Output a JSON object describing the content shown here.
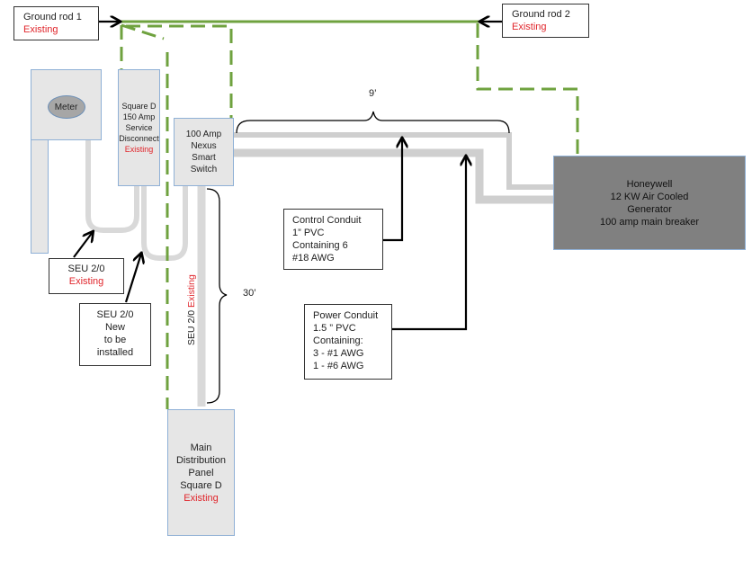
{
  "ground_rod_1": {
    "title": "Ground rod 1",
    "status": "Existing"
  },
  "ground_rod_2": {
    "title": "Ground rod 2",
    "status": "Existing"
  },
  "meter": {
    "label": "Meter"
  },
  "disconnect": {
    "lines": [
      "Square D",
      "150 Amp",
      "Service",
      "Disconnect"
    ],
    "status": "Existing"
  },
  "switch": {
    "lines": [
      "100 Amp",
      "Nexus",
      "Smart",
      "Switch"
    ]
  },
  "generator": {
    "lines": [
      "Honeywell",
      "12 KW Air Cooled",
      "Generator",
      "100 amp main breaker"
    ]
  },
  "main_panel": {
    "lines": [
      "Main",
      "Distribution",
      "Panel",
      "Square D"
    ],
    "status": "Existing"
  },
  "seu_existing": {
    "title": "SEU 2/0",
    "status": "Existing"
  },
  "seu_new": {
    "lines": [
      "SEU 2/0",
      "New",
      "to be",
      "installed"
    ]
  },
  "seu_vertical": {
    "title": "SEU 2/0",
    "status": "Existing"
  },
  "control_conduit": {
    "lines": [
      "Control Conduit",
      "1” PVC",
      "Containing 6",
      "#18 AWG"
    ]
  },
  "power_conduit": {
    "lines": [
      "Power Conduit",
      "1.5 ” PVC",
      "Containing:",
      "3 - #1 AWG",
      "1 - #6 AWG"
    ]
  },
  "dimensions": {
    "horizontal": "9’",
    "vertical": "30’"
  },
  "colors": {
    "ground": "#6fa23f",
    "conduit": "#cfcfcf",
    "existing": "#e0252b",
    "equipment": "#e6e6e6",
    "generator": "#808080"
  }
}
